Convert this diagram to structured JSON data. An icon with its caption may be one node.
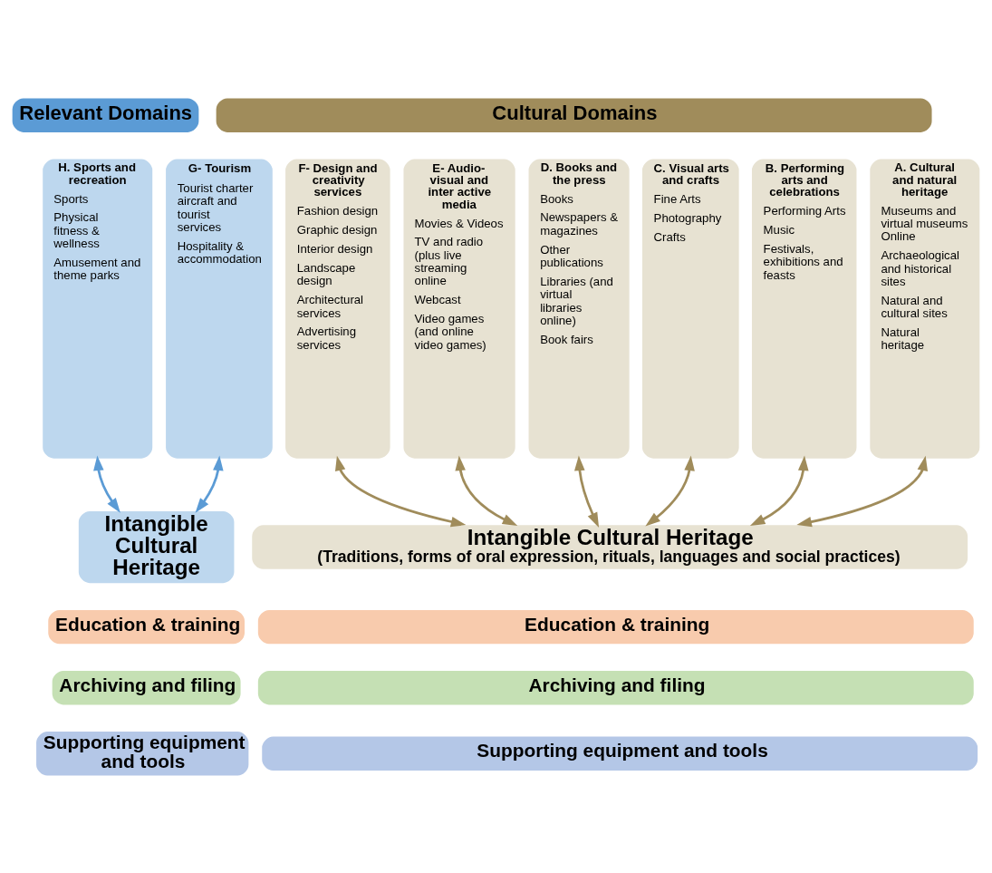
{
  "diagram": {
    "nodes": [
      {
        "text": [
          "Relevant Domains"
        ]
      },
      {
        "text": [
          "Cultural Domains"
        ]
      },
      {
        "text": [
          "H. Sports and recreation",
          "Sports",
          "Physical fitness & wellness",
          "Amusement and theme parks"
        ]
      },
      {
        "text": [
          "G- Tourism",
          "Tourist charter aircraft and tourist services",
          "Hospitality & accommodation"
        ]
      },
      {
        "text": [
          "F- Design and creativity services",
          "Fashion design",
          "Graphic design",
          "Interior design",
          "Landscape design",
          "Architectural services",
          "Advertising services"
        ]
      },
      {
        "text": [
          "E- Audio-visual and inter active media",
          "Movies & Videos",
          "TV and radio (plus live streaming online",
          "Webcast",
          "Video games (and online video games)"
        ]
      },
      {
        "text": [
          "D. Books and the press",
          "Books",
          "Newspapers & magazines",
          "Other publications",
          "Libraries (and virtual libraries online)",
          "Book fairs"
        ]
      },
      {
        "text": [
          "C. Visual arts and crafts",
          "Fine Arts",
          "Photography",
          "Crafts"
        ]
      },
      {
        "text": [
          "B. Performing arts and celebrations",
          "Performing Arts",
          "Music",
          "Festivals, exhibitions and feasts"
        ]
      },
      {
        "text": [
          "A. Cultural and natural heritage",
          "Museums and virtual museums Online",
          "Archaeological and historical sites",
          "Natural and cultural sites",
          "Natural heritage"
        ]
      },
      {
        "text": [
          "Intangible Cultural Heritage"
        ]
      },
      {
        "text": [
          "Intangible Cultural Heritage",
          "(Traditions, forms of oral expression, rituals, languages and social practices)"
        ]
      },
      {
        "text": [
          "Education & training"
        ]
      },
      {
        "text": [
          "Education & training"
        ]
      },
      {
        "text": [
          "Archiving and filing"
        ]
      },
      {
        "text": [
          "Archiving and filing"
        ]
      },
      {
        "text": [
          "Supporting equipment and tools"
        ]
      },
      {
        "text": [
          "Supporting equipment and tools"
        ]
      }
    ],
    "edges": [
      {
        "from": 2,
        "to": 10,
        "arrow": "both",
        "color": "#5b9bd5"
      },
      {
        "from": 3,
        "to": 10,
        "arrow": "both",
        "color": "#5b9bd5"
      },
      {
        "from": 4,
        "to": 11,
        "arrow": "both"
      },
      {
        "from": 5,
        "to": 11,
        "arrow": "both"
      },
      {
        "from": 6,
        "to": 11,
        "arrow": "both"
      },
      {
        "from": 7,
        "to": 11,
        "arrow": "both"
      },
      {
        "from": 8,
        "to": 11,
        "arrow": "both"
      },
      {
        "from": 9,
        "to": 11,
        "arrow": "both"
      }
    ]
  }
}
